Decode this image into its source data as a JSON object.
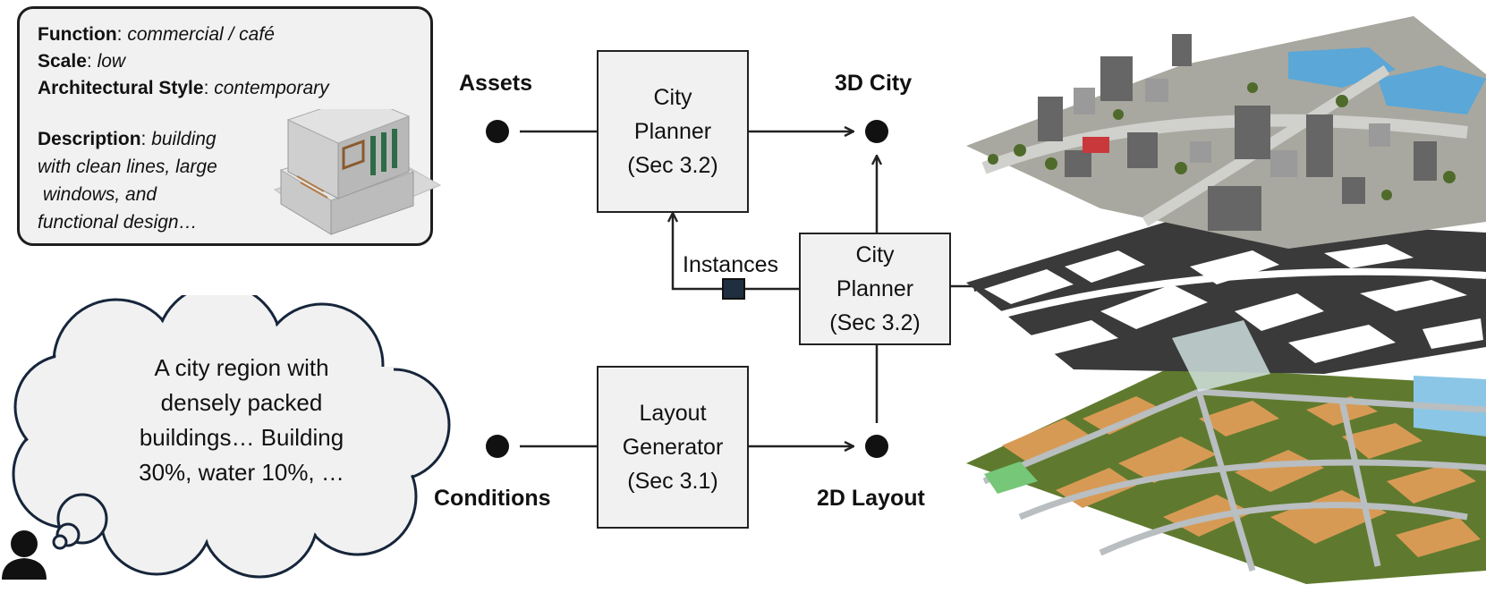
{
  "asset_card": {
    "function_key": "Function",
    "function_value": "commercial / café",
    "scale_key": "Scale",
    "scale_value": "low",
    "style_key": "Architectural Style",
    "style_value": "contemporary",
    "description_key": "Description",
    "description_lines": [
      "building",
      "with clean lines, large",
      " windows, and",
      "functional design…"
    ]
  },
  "nodes": {
    "assets": "Assets",
    "conditions": "Conditions",
    "city3d": "3D City",
    "layout2d": "2D Layout"
  },
  "boxes": {
    "planner_top": [
      "City",
      "Planner",
      "(Sec 3.2)"
    ],
    "planner_mid": [
      "City",
      "Planner",
      "(Sec 3.2)"
    ],
    "layout_gen": [
      "Layout",
      "Generator",
      "(Sec 3.1)"
    ]
  },
  "instances_label": "Instances",
  "cloud": {
    "lines": [
      "A city region with",
      "densely packed",
      "buildings… Building",
      "30%, water 10%, …"
    ]
  },
  "colors": {
    "box_fill": "#f1f1f1",
    "stroke": "#222222",
    "instance_square": "#1f2f3f",
    "cloud_fill": "#f1f1f1",
    "cloud_stroke": "#16253a",
    "map_green": "#5f7a2e",
    "map_orange": "#d79a55",
    "map_road": "#b9bec1",
    "map_water": "#8bc6e6"
  }
}
